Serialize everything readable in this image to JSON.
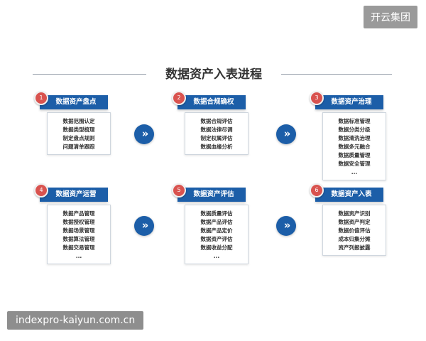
{
  "watermark_top": "开云集团",
  "watermark_bottom": "indexpro-kaiyun.com.cn",
  "title": "数据资产入表进程",
  "steps": [
    {
      "number": "1",
      "title": "数据资产盘点",
      "items": [
        "数据范围认定",
        "数据类型梳理",
        "制定盘点规则",
        "问题清单跟踪"
      ]
    },
    {
      "number": "2",
      "title": "数据合规确权",
      "items": [
        "数据合规评估",
        "数据法律尽调",
        "制定权属评估",
        "数据血缘分析"
      ]
    },
    {
      "number": "3",
      "title": "数据资产治理",
      "items": [
        "数据标准管理",
        "数据分类分级",
        "数据清洗治理",
        "数据多元融合",
        "数据质量管理",
        "数据安全管理",
        "..."
      ]
    },
    {
      "number": "4",
      "title": "数据资产运营",
      "items": [
        "数据产品管理",
        "数据授权管理",
        "数据场景管理",
        "数据算法管理",
        "数据交易管理",
        "..."
      ]
    },
    {
      "number": "5",
      "title": "数据资产评估",
      "items": [
        "数据质量评估",
        "数据产品评估",
        "数据产品定价",
        "数据资产评估",
        "数据收益分配",
        "..."
      ]
    },
    {
      "number": "6",
      "title": "数据资产入表",
      "items": [
        "数据资产识别",
        "数据资产判定",
        "数据价值评估",
        "成本归集分摊",
        "资产列报披露"
      ]
    }
  ],
  "arrow_glyph": "»",
  "colors": {
    "primary": "#1c5ea8",
    "badge": "#d9534f"
  }
}
